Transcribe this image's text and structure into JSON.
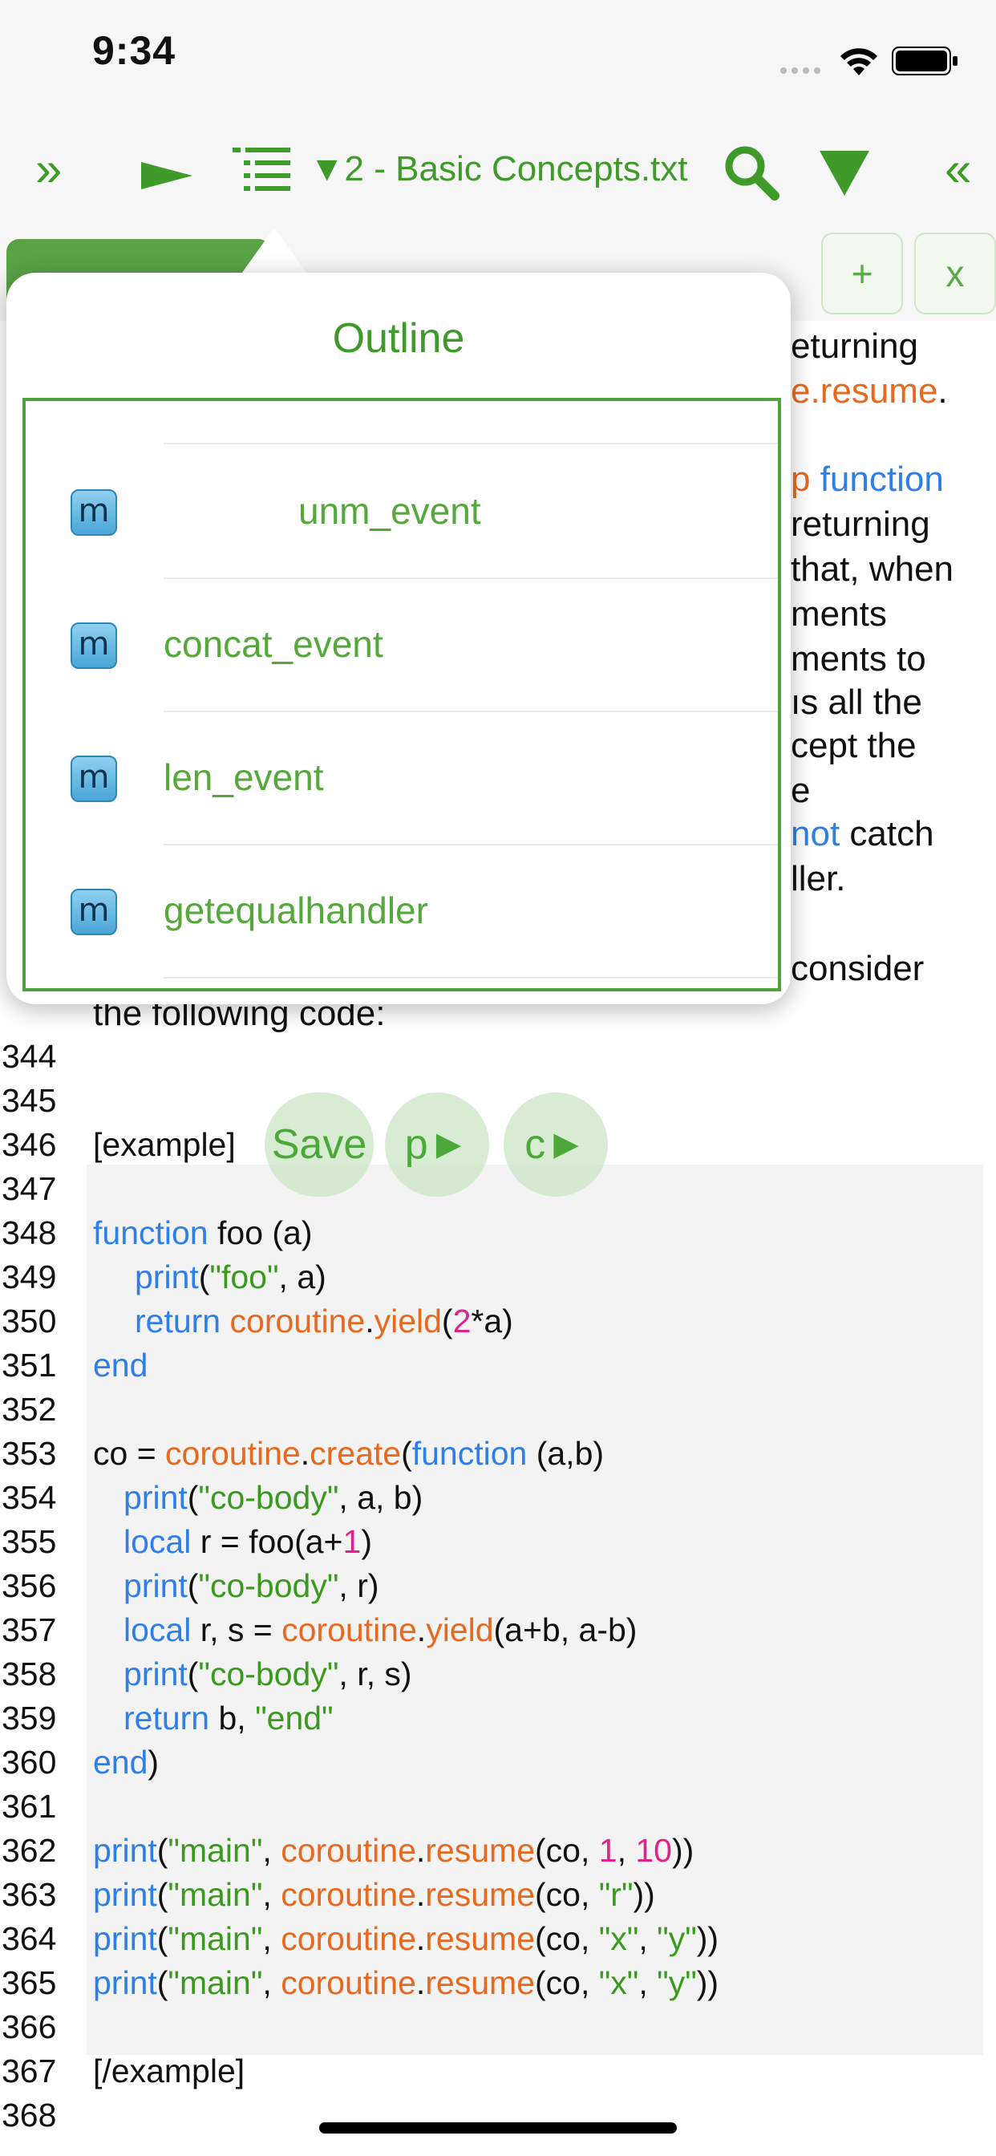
{
  "status": {
    "time": "9:34"
  },
  "toolbar": {
    "file_title": "▼2 - Basic Concepts.txt",
    "left_icon": "»",
    "right_icon": "«"
  },
  "tabs": {
    "add": "+",
    "close": "x"
  },
  "popover": {
    "title": "Outline",
    "items": [
      {
        "icon": "m",
        "label": "unm_event"
      },
      {
        "icon": "m",
        "label": "concat_event"
      },
      {
        "icon": "m",
        "label": "len_event"
      },
      {
        "icon": "m",
        "label": "getequalhandler"
      }
    ]
  },
  "background_text": {
    "r1": "eturning",
    "r2a": "e.",
    "r2b": "resume",
    "r2c": ".",
    "r3a": "p ",
    "r3b": "function",
    "r4": "returning",
    "r5": " that, when",
    "r6": "ments",
    "r7": "ments to",
    "r8": "ıs all the",
    "r9": "cept the",
    "r10": "e",
    "r11a": "not",
    "r11b": " catch",
    "r12": "ller.",
    "r13": "consider",
    "r14": "the following code:"
  },
  "floating_buttons": {
    "save": "Save",
    "p": "p►",
    "c": "c►"
  },
  "line_numbers": [
    "344",
    "345",
    "346",
    "347",
    "348",
    "349",
    "350",
    "351",
    "352",
    "353",
    "354",
    "355",
    "356",
    "357",
    "358",
    "359",
    "360",
    "361",
    "362",
    "363",
    "364",
    "365",
    "366",
    "367",
    "368"
  ],
  "code_lines": {
    "l346": "[example]",
    "l367": "[/example]",
    "l348_kw": "function",
    "l348_rest": " foo (a)",
    "l349_kw": "print",
    "l349_a": "(",
    "l349_s": "\"foo\"",
    "l349_b": ", a)",
    "l350_kw": "return",
    "l350_fn1": "coroutine",
    "l350_dot": ".",
    "l350_fn2": "yield",
    "l350_p": "(",
    "l350_n": "2",
    "l350_r": "*a)",
    "l351_kw": "end",
    "l353_a": "co = ",
    "l353_fn1": "coroutine",
    "l353_dot": ".",
    "l353_fn2": "create",
    "l353_p": "(",
    "l353_kw": "function",
    "l353_r": " (a,b)",
    "l354_kw": "print",
    "l354_a": "(",
    "l354_s": "\"co-body\"",
    "l354_r": ", a, b)",
    "l355_kw": "local",
    "l355_a": " r = foo(a+",
    "l355_n": "1",
    "l355_r": ")",
    "l356_kw": "print",
    "l356_a": "(",
    "l356_s": "\"co-body\"",
    "l356_r": ", r)",
    "l357_kw": "local",
    "l357_a": " r, s = ",
    "l357_fn1": "coroutine",
    "l357_dot": ".",
    "l357_fn2": "yield",
    "l357_r": "(a+b, a-b)",
    "l358_kw": "print",
    "l358_a": "(",
    "l358_s": "\"co-body\"",
    "l358_r": ", r, s)",
    "l359_kw": "return",
    "l359_a": " b, ",
    "l359_s": "\"end\"",
    "l360_kw": "end",
    "l360_r": ")",
    "l362_kw": "print",
    "l362_a": "(",
    "l362_s": "\"main\"",
    "l362_c": ", ",
    "l362_fn1": "coroutine",
    "l362_dot": ".",
    "l362_fn2": "resume",
    "l362_b": "(co, ",
    "l362_n1": "1",
    "l362_c2": ", ",
    "l362_n2": "10",
    "l362_r": "))",
    "l363_kw": "print",
    "l363_a": "(",
    "l363_s": "\"main\"",
    "l363_c": ", ",
    "l363_fn1": "coroutine",
    "l363_dot": ".",
    "l363_fn2": "resume",
    "l363_b": "(co, ",
    "l363_s2": "\"r\"",
    "l363_r": "))",
    "l364_kw": "print",
    "l364_a": "(",
    "l364_s": "\"main\"",
    "l364_c": ", ",
    "l364_fn1": "coroutine",
    "l364_dot": ".",
    "l364_fn2": "resume",
    "l364_b": "(co, ",
    "l364_s2": "\"x\"",
    "l364_c2": ", ",
    "l364_s3": "\"y\"",
    "l364_r": "))",
    "l365_kw": "print",
    "l365_a": "(",
    "l365_s": "\"main\"",
    "l365_c": ", ",
    "l365_fn1": "coroutine",
    "l365_dot": ".",
    "l365_fn2": "resume",
    "l365_b": "(co, ",
    "l365_s2": "\"x\"",
    "l365_c2": ", ",
    "l365_s3": "\"y\"",
    "l365_r": "))"
  }
}
